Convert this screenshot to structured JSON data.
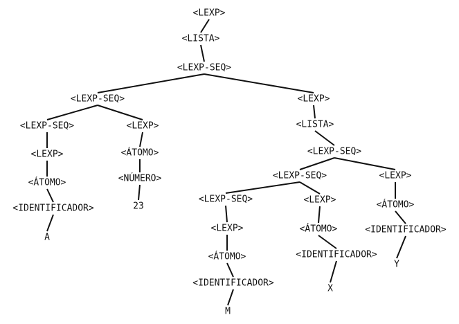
{
  "tree": {
    "nodes": [
      {
        "id": "n1",
        "label": "<LEXP>"
      },
      {
        "id": "n2",
        "label": "<LISTA>"
      },
      {
        "id": "n3",
        "label": "<LEXP-SEQ>"
      },
      {
        "id": "n4",
        "label": "<LEXP-SEQ>"
      },
      {
        "id": "n5",
        "label": "<LEXP>"
      },
      {
        "id": "n6",
        "label": "<LEXP-SEQ>"
      },
      {
        "id": "n7",
        "label": "<LEXP>"
      },
      {
        "id": "n8",
        "label": "<LEXP>"
      },
      {
        "id": "n9",
        "label": "<ÁTOMO>"
      },
      {
        "id": "n10",
        "label": "<IDENTIFICADOR>"
      },
      {
        "id": "n11",
        "label": "A"
      },
      {
        "id": "n12",
        "label": "<ÁTOMO>"
      },
      {
        "id": "n13",
        "label": "<NÚMERO>"
      },
      {
        "id": "n14",
        "label": "23"
      },
      {
        "id": "n15",
        "label": "<LISTA>"
      },
      {
        "id": "n16",
        "label": "<LEXP-SEQ>"
      },
      {
        "id": "n17",
        "label": "<LEXP-SEQ>"
      },
      {
        "id": "n18",
        "label": "<LEXP>"
      },
      {
        "id": "n19",
        "label": "<LEXP-SEQ>"
      },
      {
        "id": "n20",
        "label": "<LEXP>"
      },
      {
        "id": "n21",
        "label": "<LEXP>"
      },
      {
        "id": "n22",
        "label": "<ÁTOMO>"
      },
      {
        "id": "n23",
        "label": "<IDENTIFICADOR>"
      },
      {
        "id": "n24",
        "label": "M"
      },
      {
        "id": "n25",
        "label": "<ÁTOMO>"
      },
      {
        "id": "n26",
        "label": "<IDENTIFICADOR>"
      },
      {
        "id": "n27",
        "label": "X"
      },
      {
        "id": "n28",
        "label": "<ÁTOMO>"
      },
      {
        "id": "n29",
        "label": "<IDENTIFICADOR>"
      },
      {
        "id": "n30",
        "label": "Y"
      }
    ],
    "edges": [
      [
        "n1",
        "n2"
      ],
      [
        "n2",
        "n3"
      ],
      [
        "n3",
        "n4"
      ],
      [
        "n3",
        "n5"
      ],
      [
        "n4",
        "n6"
      ],
      [
        "n4",
        "n7"
      ],
      [
        "n6",
        "n8"
      ],
      [
        "n8",
        "n9"
      ],
      [
        "n9",
        "n10"
      ],
      [
        "n10",
        "n11"
      ],
      [
        "n7",
        "n12"
      ],
      [
        "n12",
        "n13"
      ],
      [
        "n13",
        "n14"
      ],
      [
        "n5",
        "n15"
      ],
      [
        "n15",
        "n16"
      ],
      [
        "n16",
        "n17"
      ],
      [
        "n16",
        "n18"
      ],
      [
        "n17",
        "n19"
      ],
      [
        "n17",
        "n20"
      ],
      [
        "n19",
        "n21"
      ],
      [
        "n21",
        "n22"
      ],
      [
        "n22",
        "n23"
      ],
      [
        "n23",
        "n24"
      ],
      [
        "n20",
        "n25"
      ],
      [
        "n25",
        "n26"
      ],
      [
        "n26",
        "n27"
      ],
      [
        "n18",
        "n28"
      ],
      [
        "n28",
        "n29"
      ],
      [
        "n29",
        "n30"
      ]
    ]
  }
}
